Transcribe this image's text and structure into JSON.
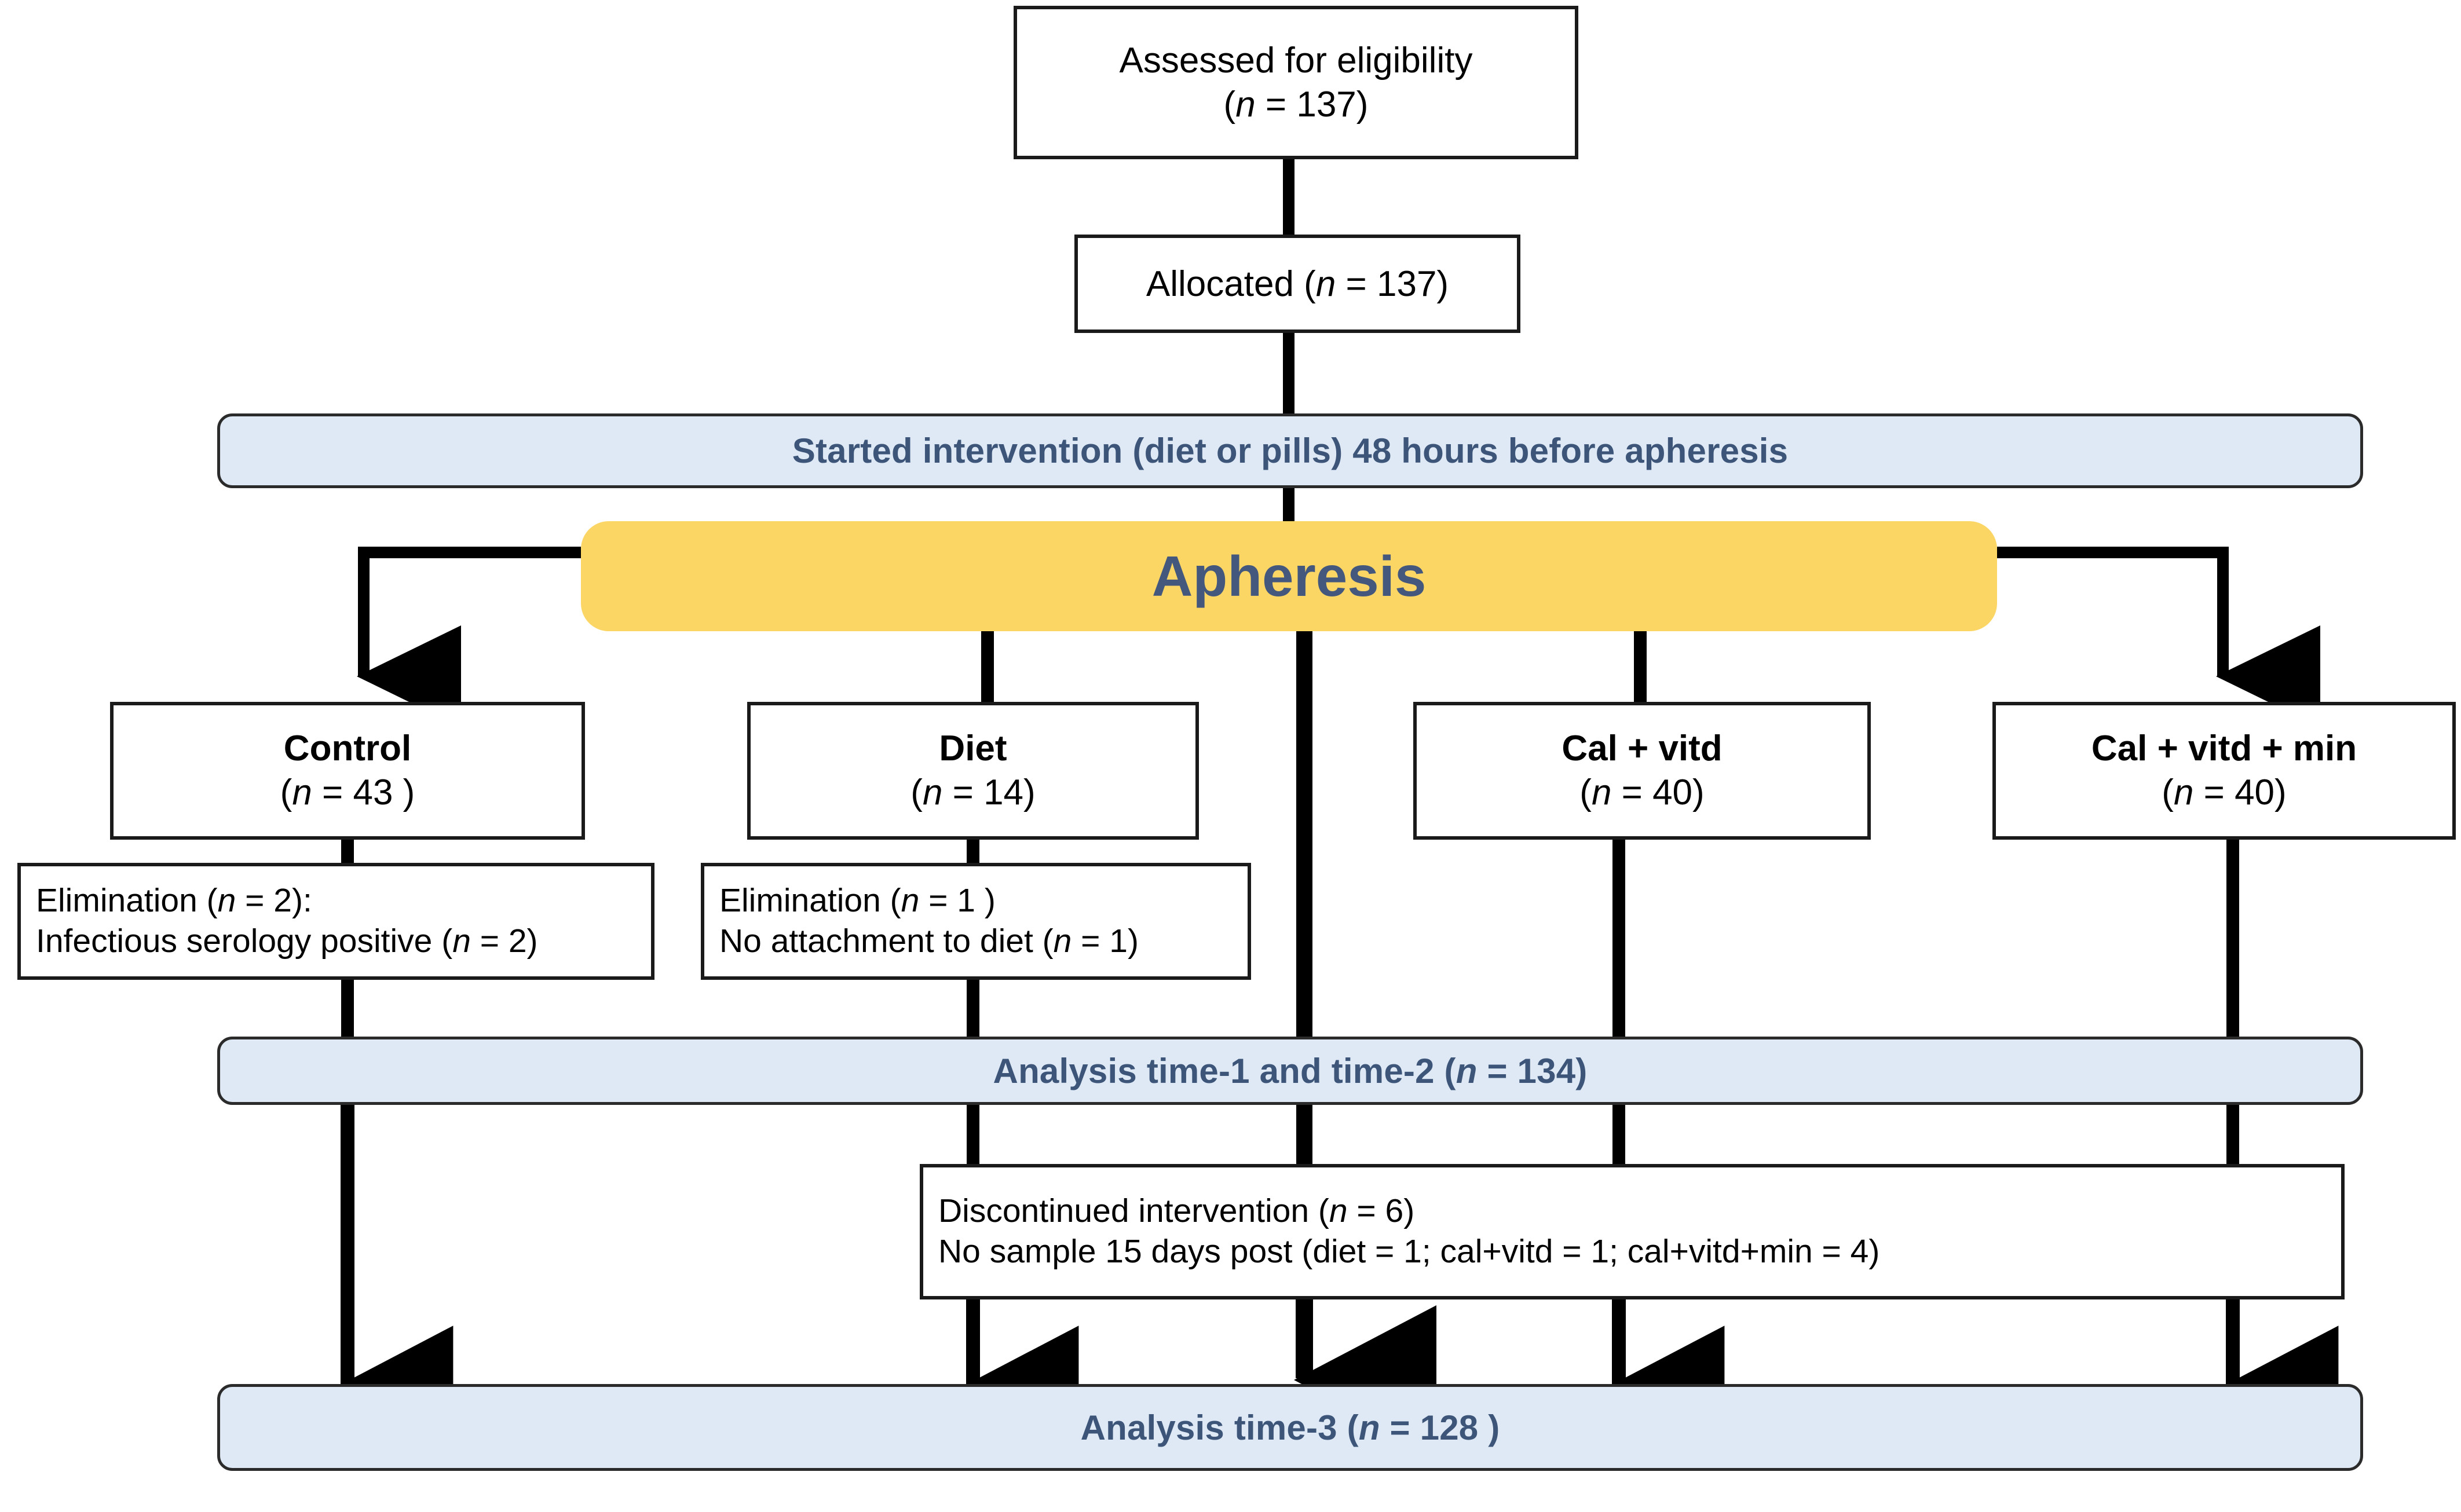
{
  "figure": {
    "type": "flowchart",
    "title": "CONSORT-style participant flow diagram",
    "colors": {
      "banner_fill": "#dee9f5",
      "banner_text": "#3c5578",
      "apheresis_fill": "#fbd665",
      "apheresis_text": "#44587e",
      "box_border": "#1a1a1a",
      "connector": "#000000",
      "background": "#ffffff"
    }
  },
  "nodes": {
    "eligibility": {
      "line1": "Assessed for eligibility",
      "line2_pre": "(",
      "line2_n": "n",
      "line2_post": " = 137)"
    },
    "allocated": {
      "pre": "Allocated (",
      "n": "n",
      "post": " = 137)"
    },
    "intervention_banner": {
      "label": "Started intervention (diet or pills) 48 hours before apheresis"
    },
    "apheresis": {
      "label": "Apheresis"
    },
    "groups": [
      {
        "name": "control",
        "title": "Control",
        "n_pre": "(",
        "n_sym": "n",
        "n_post": " = 43 )"
      },
      {
        "name": "diet",
        "title": "Diet",
        "n_pre": "(",
        "n_sym": "n",
        "n_post": " = 14)"
      },
      {
        "name": "cal-vitd",
        "title": "Cal + vitd",
        "n_pre": "(",
        "n_sym": "n",
        "n_post": " = 40)"
      },
      {
        "name": "cal-vitd-min",
        "title": "Cal + vitd + min",
        "n_pre": "(",
        "n_sym": "n",
        "n_post": " = 40)"
      }
    ],
    "elimination_control": {
      "l1_a": "Elimination (",
      "l1_n": "n",
      "l1_b": " = 2):",
      "l2_a": "Infectious serology positive (",
      "l2_n": "n",
      "l2_b": " = 2)"
    },
    "elimination_diet": {
      "l1_a": "Elimination (",
      "l1_n": "n",
      "l1_b": " = 1 )",
      "l2_a": "No attachment to diet (",
      "l2_n": "n",
      "l2_b": " = 1)"
    },
    "analysis_12_banner": {
      "a": "Analysis time-1 and time-2 (",
      "n": "n",
      "b": " = 134)"
    },
    "discontinued": {
      "l1_a": "Discontinued intervention (",
      "l1_n": "n",
      "l1_b": " = 6)",
      "l2": "No sample 15 days post (diet = 1; cal+vitd = 1; cal+vitd+min = 4)"
    },
    "analysis_3_banner": {
      "a": "Analysis time-3 (",
      "n": "n",
      "b": " = 128 )"
    }
  },
  "chart_data": {
    "type": "flow",
    "title": "Participant flow",
    "counts": {
      "assessed_for_eligibility": 137,
      "allocated": 137,
      "control": 43,
      "diet": 14,
      "cal_vitd": 40,
      "cal_vitd_min": 40,
      "elimination_control": 2,
      "infectious_serology_positive": 2,
      "elimination_diet": 1,
      "no_attachment_to_diet": 1,
      "analysis_time_1_and_2": 134,
      "discontinued_intervention": 6,
      "no_sample_15_days_post_diet": 1,
      "no_sample_15_days_post_cal_vitd": 1,
      "no_sample_15_days_post_cal_vitd_min": 4,
      "analysis_time_3": 128
    }
  }
}
